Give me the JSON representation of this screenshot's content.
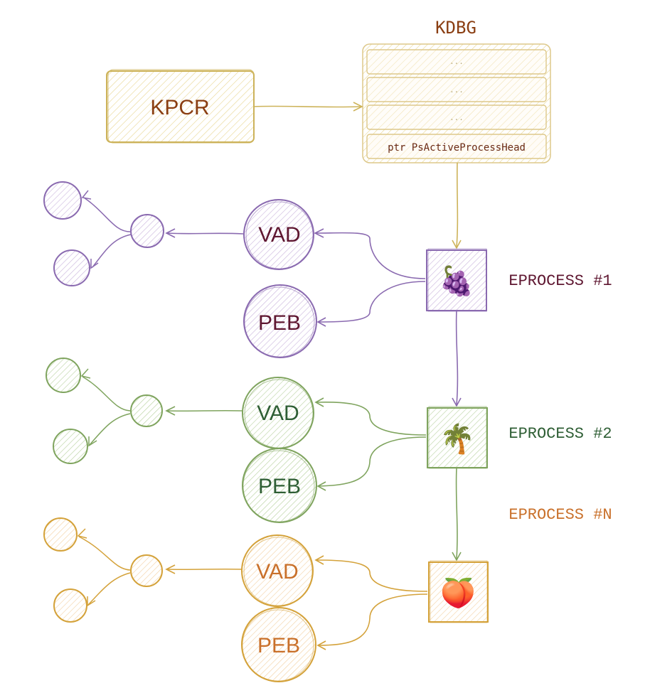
{
  "kpcr": {
    "label": "KPCR"
  },
  "kdbg": {
    "title": "KDBG",
    "rows": [
      "...",
      "...",
      "..."
    ],
    "pointer_label": "ptr PsActiveProcessHead"
  },
  "processes": [
    {
      "label": "EPROCESS #1",
      "emoji": "🍇",
      "vad": "VAD",
      "peb": "PEB",
      "color": "#8a6ab0",
      "text_color": "#5e1630"
    },
    {
      "label": "EPROCESS #2",
      "emoji": "🌴",
      "vad": "VAD",
      "peb": "PEB",
      "color": "#7fa45e",
      "text_color": "#2e5e34"
    },
    {
      "label": "EPROCESS #N",
      "emoji": "🍑",
      "vad": "VAD",
      "peb": "PEB",
      "color": "#d4a23a",
      "text_color": "#c9702a"
    }
  ],
  "colors": {
    "kpcr_stroke": "#cdb35a",
    "kpcr_fill": "#fbf3cf",
    "kpcr_text": "#8a3e12",
    "kdbg_stroke": "#ddc88a",
    "kdbg_title": "#8a3e12",
    "kdbg_dots": "#b8a878",
    "kdbg_pointer_text": "#6a2a14"
  }
}
